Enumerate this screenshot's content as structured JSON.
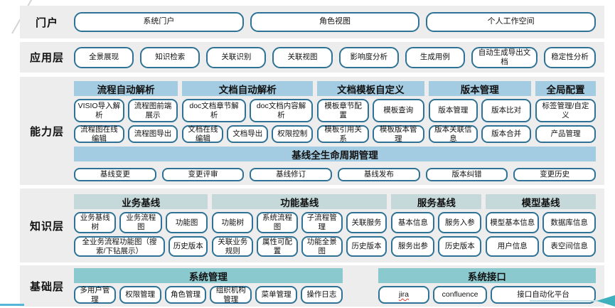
{
  "colors": {
    "band_bg": "#ededed",
    "button_border": "#2e7295",
    "header_blue": "#a3cbe1",
    "header_pale": "#c6d9da",
    "header_teal": "#8ac9ce",
    "arrow_teal": "#3fb0bd",
    "spellcheck_red": "#e23b2e"
  },
  "layers": [
    {
      "id": "portal",
      "label": "门户",
      "buttons": [
        "系统门户",
        "角色视图",
        "个人工作空间"
      ]
    },
    {
      "id": "application",
      "label": "应用层",
      "buttons": [
        "全景展现",
        "知识检索",
        "关联识别",
        "关联视图",
        "影响度分析",
        "生成用例",
        "自动生成导出文档",
        "稳定性分析"
      ]
    },
    {
      "id": "capability",
      "label": "能力层",
      "groups": [
        {
          "header": "流程自动解析",
          "rows": [
            [
              "VISIO导入解析",
              "流程图前端展示"
            ],
            [
              "流程图在线编辑",
              "流程图导出"
            ]
          ]
        },
        {
          "header": "文档自动解析",
          "rows": [
            [
              "doc文档章节解析",
              "doc文档内容解析"
            ],
            [
              "文档在线编辑",
              "文档导出",
              "权限控制"
            ]
          ]
        },
        {
          "header": "文档模板自定义",
          "rows": [
            [
              "模板章节配置",
              "模板查询"
            ],
            [
              "模板引用关系",
              "模板版本管理"
            ]
          ]
        },
        {
          "header": "版本管理",
          "rows": [
            [
              "版本管理",
              "版本比对"
            ],
            [
              "版本关联信息",
              "版本合并"
            ]
          ]
        },
        {
          "header": "全局配置",
          "rows": [
            [
              "标签管理/自定义"
            ],
            [
              "产品管理"
            ]
          ]
        }
      ],
      "baseline": {
        "header": "基线全生命周期管理",
        "buttons": [
          "基线变更",
          "变更评审",
          "基线修订",
          "基线发布",
          "版本纠错",
          "变更历史"
        ]
      }
    },
    {
      "id": "knowledge",
      "label": "知识层",
      "groups": [
        {
          "header": "业务基线",
          "rows": [
            [
              "业务基线树",
              "业务流程图",
              "功能图"
            ],
            [
              "全业务流程功能图（搜索/下钻展示）",
              "历史版本"
            ]
          ]
        },
        {
          "header": "功能基线",
          "rows": [
            [
              "功能树",
              "系统流程图",
              "子流程管理",
              "关联服务"
            ],
            [
              "关联业务规则",
              "属性可配置",
              "功能全景图",
              "历史版本"
            ]
          ]
        },
        {
          "header": "服务基线",
          "rows": [
            [
              "基本信息",
              "服务入参"
            ],
            [
              "服务出参",
              "历史版本"
            ]
          ]
        },
        {
          "header": "模型基线",
          "rows": [
            [
              "模型基本信息",
              "数据库信息"
            ],
            [
              "用户信息",
              "表空间信息"
            ]
          ]
        }
      ]
    },
    {
      "id": "foundation",
      "label": "基础层",
      "groups": [
        {
          "header": "系统管理",
          "rows": [
            [
              "多用户管理",
              "权限管理",
              "角色管理",
              "组织机构管理",
              "菜单管理",
              "操作日志"
            ]
          ]
        },
        {
          "header": "系统接口",
          "rows": [
            [
              {
                "label": "jira",
                "spellcheck": true
              },
              "confluence",
              "接口自动化平台"
            ]
          ]
        }
      ]
    }
  ]
}
